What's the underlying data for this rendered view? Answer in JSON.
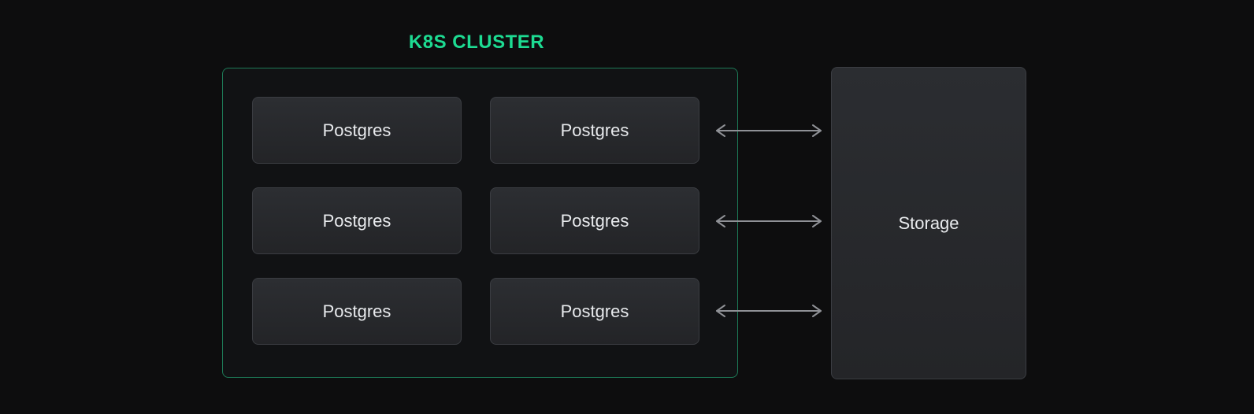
{
  "diagram": {
    "cluster": {
      "title": "K8S CLUSTER",
      "nodes": [
        {
          "label": "Postgres"
        },
        {
          "label": "Postgres"
        },
        {
          "label": "Postgres"
        },
        {
          "label": "Postgres"
        },
        {
          "label": "Postgres"
        },
        {
          "label": "Postgres"
        }
      ]
    },
    "storage": {
      "label": "Storage"
    },
    "connections": {
      "type": "bidirectional-arrow",
      "count": 3,
      "from": "Postgres (right column)",
      "to": "Storage"
    }
  },
  "colors": {
    "background": "#0d0d0e",
    "cluster_border_green": "#1d7a57",
    "title_green": "#1ddb92",
    "node_fill_top": "#2c2e32",
    "node_fill_bottom": "#232427",
    "node_border": "#3b3d42",
    "node_text": "#e9ebee",
    "arrow_gray": "#8f9196"
  }
}
